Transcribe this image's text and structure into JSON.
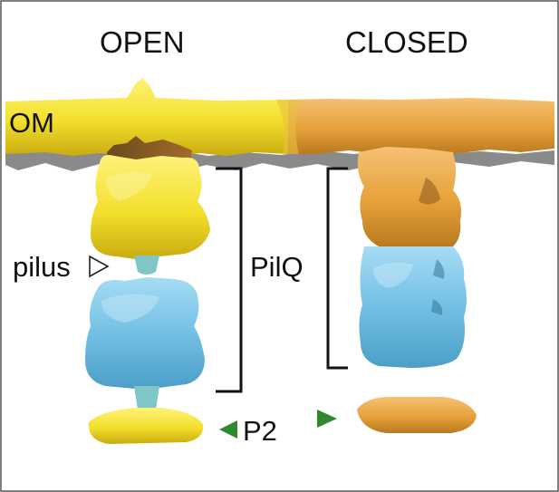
{
  "labels": {
    "open": "OPEN",
    "closed": "CLOSED",
    "om": "OM",
    "pilus": "pilus",
    "pilq": "PilQ",
    "p2": "P2"
  },
  "colors": {
    "open_membrane": "#f5e233",
    "closed_membrane": "#e9a33c",
    "inner_ring": "#74c2e6",
    "marker": "#2f8a2f",
    "bracket": "#111111"
  },
  "icons": {
    "pilus_marker": "open-triangle-right-icon",
    "p2_left_marker": "filled-triangle-left-icon",
    "p2_right_marker": "filled-triangle-right-icon"
  }
}
